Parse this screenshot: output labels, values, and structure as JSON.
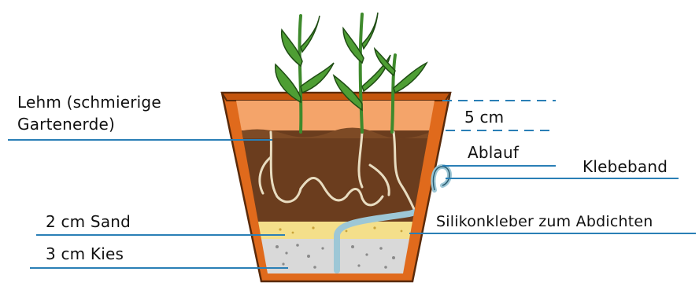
{
  "labels": {
    "lehm_line1": "Lehm (schmierige",
    "lehm_line2": "Gartenerde)",
    "depth": "5 cm",
    "ablauf": "Ablauf",
    "klebeband": "Klebeband",
    "silikon": "Silikonkleber zum Abdichten",
    "sand": "2 cm Sand",
    "kies": "3 cm Kies"
  },
  "colors": {
    "pot": "#e06a1c",
    "pot_inner": "#f4a46a",
    "soil": "#6b3d1e",
    "sand": "#f4df8a",
    "gravel": "#d9d9d9",
    "leader": "#2a7fb6",
    "leaf": "#3e8a2c"
  }
}
